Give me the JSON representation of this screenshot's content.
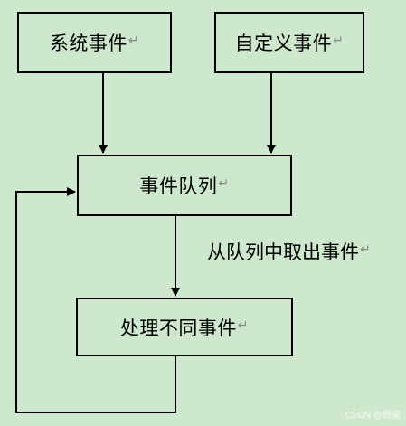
{
  "diagram": {
    "nodes": {
      "system_events": {
        "label": "系统事件",
        "mark": "↵"
      },
      "custom_events": {
        "label": "自定义事件",
        "mark": "↵"
      },
      "event_queue": {
        "label": "事件队列",
        "mark": "↵"
      },
      "process_events": {
        "label": "处理不同事件",
        "mark": "↵"
      }
    },
    "edges": {
      "dequeue_label": "从队列中取出事件",
      "dequeue_mark": "↵"
    }
  },
  "watermark": "CSDN @杨骏"
}
